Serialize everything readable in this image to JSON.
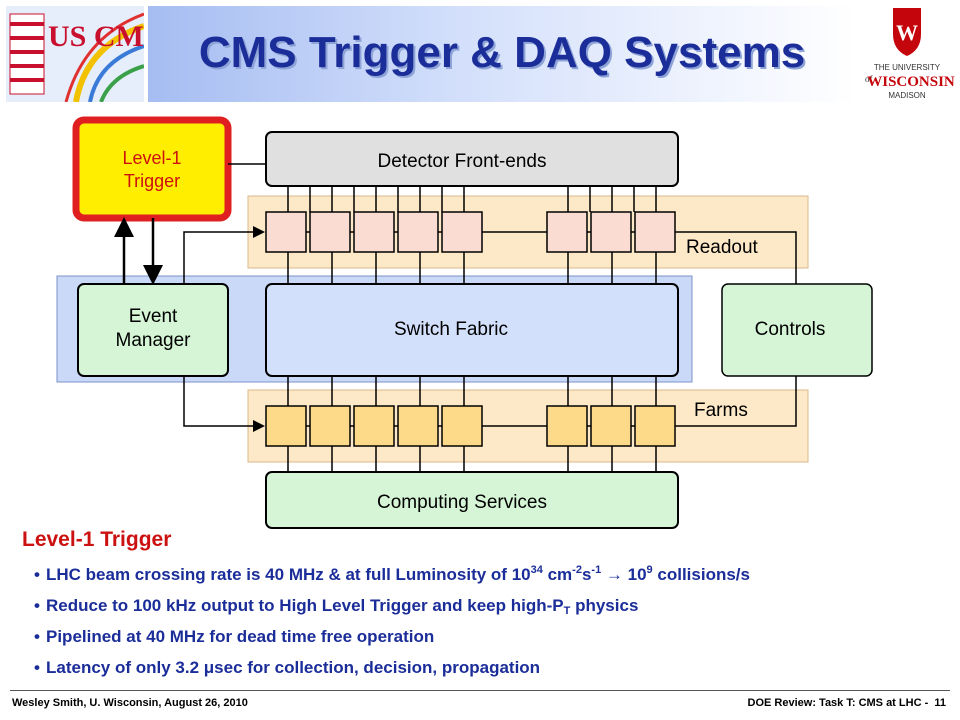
{
  "header": {
    "title": "CMS Trigger & DAQ Systems",
    "left_logo_text": "US CMS",
    "right_logo": {
      "line1": "THE UNIVERSITY",
      "line2": "WISCONSIN",
      "line3": "MADISON",
      "of": "of",
      "crest_letter": "W"
    }
  },
  "diagram": {
    "level1_trigger": [
      "Level-1",
      "Trigger"
    ],
    "detector_front_ends": "Detector Front-ends",
    "readout": "Readout",
    "event_manager": [
      "Event",
      "Manager"
    ],
    "switch_fabric": "Switch Fabric",
    "controls": "Controls",
    "farms": "Farms",
    "computing_services": "Computing Services"
  },
  "section": {
    "heading": "Level-1 Trigger",
    "bullets": [
      {
        "parts": {
          "a": "LHC beam crossing rate is 40 MHz & at full Luminosity of 10",
          "sup1": "34",
          "b": " cm",
          "sup2": "-2",
          "c": "s",
          "sup3": "-1",
          "d": " → 10",
          "sup4": "9",
          "e": " collisions/s"
        }
      },
      {
        "parts": {
          "a": "Reduce to 100 kHz output to High Level Trigger and keep high-P",
          "sub1": "T",
          "b": " physics"
        }
      },
      {
        "text": "Pipelined at 40 MHz for dead time free operation"
      },
      {
        "text": "Latency of only 3.2 μsec for collection, decision, propagation"
      }
    ]
  },
  "footer": {
    "left": "Wesley Smith, U. Wisconsin, August 26, 2010",
    "right": "DOE Review: Task T: CMS at LHC -",
    "page": "11"
  },
  "colors": {
    "title": "#1b2d99",
    "heading_red": "#cc1111",
    "bullet_blue": "#1b2d99",
    "readout_band": "#fde9c8",
    "readout_box": "#fbdcd2",
    "farm_box": "#fdd98a",
    "switch_fabric": "#d3e0fb",
    "green_box": "#d6f5d6",
    "trigger_yellow": "#ffee00",
    "trigger_border": "#e02020"
  }
}
